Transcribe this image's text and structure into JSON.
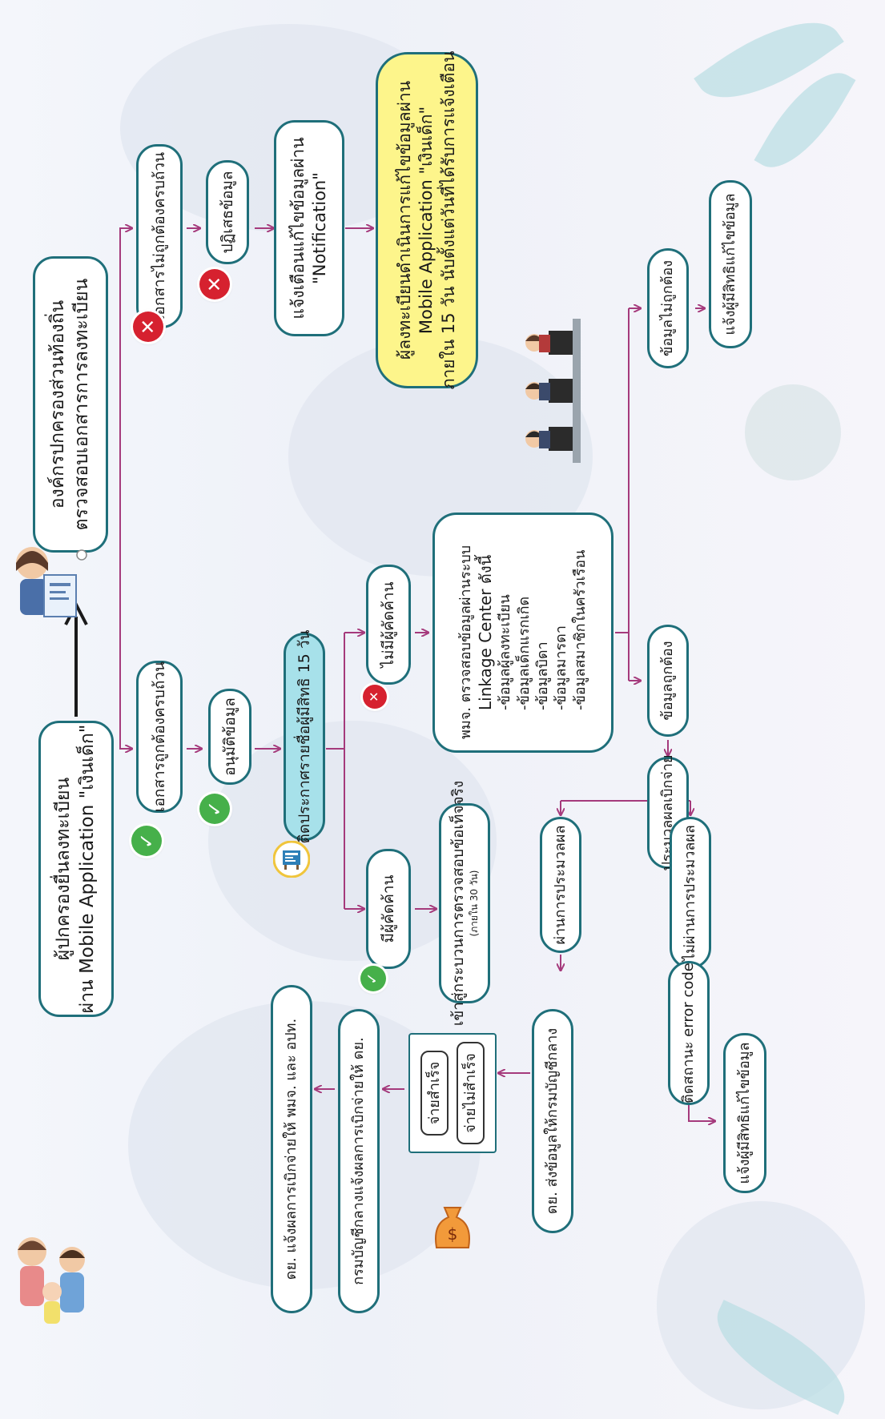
{
  "title": {
    "line1": "ผู้ปกครองยื่นลงทะเบียน",
    "line2": "ผ่าน Mobile Application \"เงินเด็ก\""
  },
  "lao": {
    "line1": "องค์กรปกครองส่วนท้องถิ่น",
    "line2": "ตรวจสอบเอกสารการลงทะเบียน"
  },
  "incomplete": {
    "label": "เอกสารไม่ถูกต้องครบถ้วน",
    "reject": "ปฏิเสธข้อมูล",
    "notify_line1": "แจ้งเตือนแก้ไขข้อมูลผ่าน",
    "notify_line2": "\"Notification\"",
    "yellow_line1": "ผู้ลงทะเบียนดำเนินการแก้ไขข้อมูลผ่าน",
    "yellow_line2": "Mobile Application \"เงินเด็ก\"",
    "yellow_line3": "ภายใน 15 วัน นับตั้งแต่วันที่ได้รับการแจ้งเตือน"
  },
  "complete": {
    "label": "เอกสารถูกต้องครบถ้วน",
    "approve": "อนุมัติข้อมูล",
    "announce": "ติดประกาศรายชื่อผู้มีสิทธิ 15 วัน"
  },
  "objection": {
    "has": "มีผู้คัดค้าน",
    "none": "ไม่มีผู้คัดค้าน",
    "process_line1": "เข้าสู่กระบวนการตรวจสอบข้อเท็จจริง",
    "process_note": "(ภายใน 30 วัน)"
  },
  "linkage": {
    "line1": "พมจ. ตรวจสอบข้อมูลผ่านระบบ",
    "line2": "Linkage Center ดังนี้",
    "items": [
      "-ข้อมูลผู้ลงทะเบียน",
      "-ข้อมูลเด็กแรกเกิด",
      "-ข้อมูลบิดา",
      "-ข้อมูลมารดา",
      "-ข้อมูลสมาชิกในครัวเรือน"
    ]
  },
  "check": {
    "correct": "ข้อมูลถูกต้อง",
    "incorrect": "ข้อมูลไม่ถูกต้อง",
    "notify_fix": "แจ้งผู้มีสิทธิแก้ไขข้อมูล"
  },
  "payment": {
    "process": "ประมวลผลเบิกจ่าย",
    "pass": "ผ่านการประมวลผล",
    "fail": "ไม่ผ่านการประมวลผล",
    "error_code": "ติดสถานะ error code",
    "notify_fix": "แจ้งผู้มีสิทธิแก้ไขข้อมูล",
    "send": "ดย. ส่งข้อมูลให้กรมบัญชีกลาง",
    "success": "จ่ายสำเร็จ",
    "unsuccess": "จ่ายไม่สำเร็จ",
    "cgd_report": "กรมบัญชีกลางแจ้งผลการเบิกจ่ายให้ ดย.",
    "dcy_report": "ดย. แจ้งผลการเบิกจ่ายให้ พมจ. และ อปท."
  },
  "colors": {
    "border": "#1f6f7a",
    "connector": "#a53a7c",
    "ok": "#46b04a",
    "no": "#d6212f",
    "highlight": "#fdf58b",
    "announce": "#a7e1ea"
  }
}
